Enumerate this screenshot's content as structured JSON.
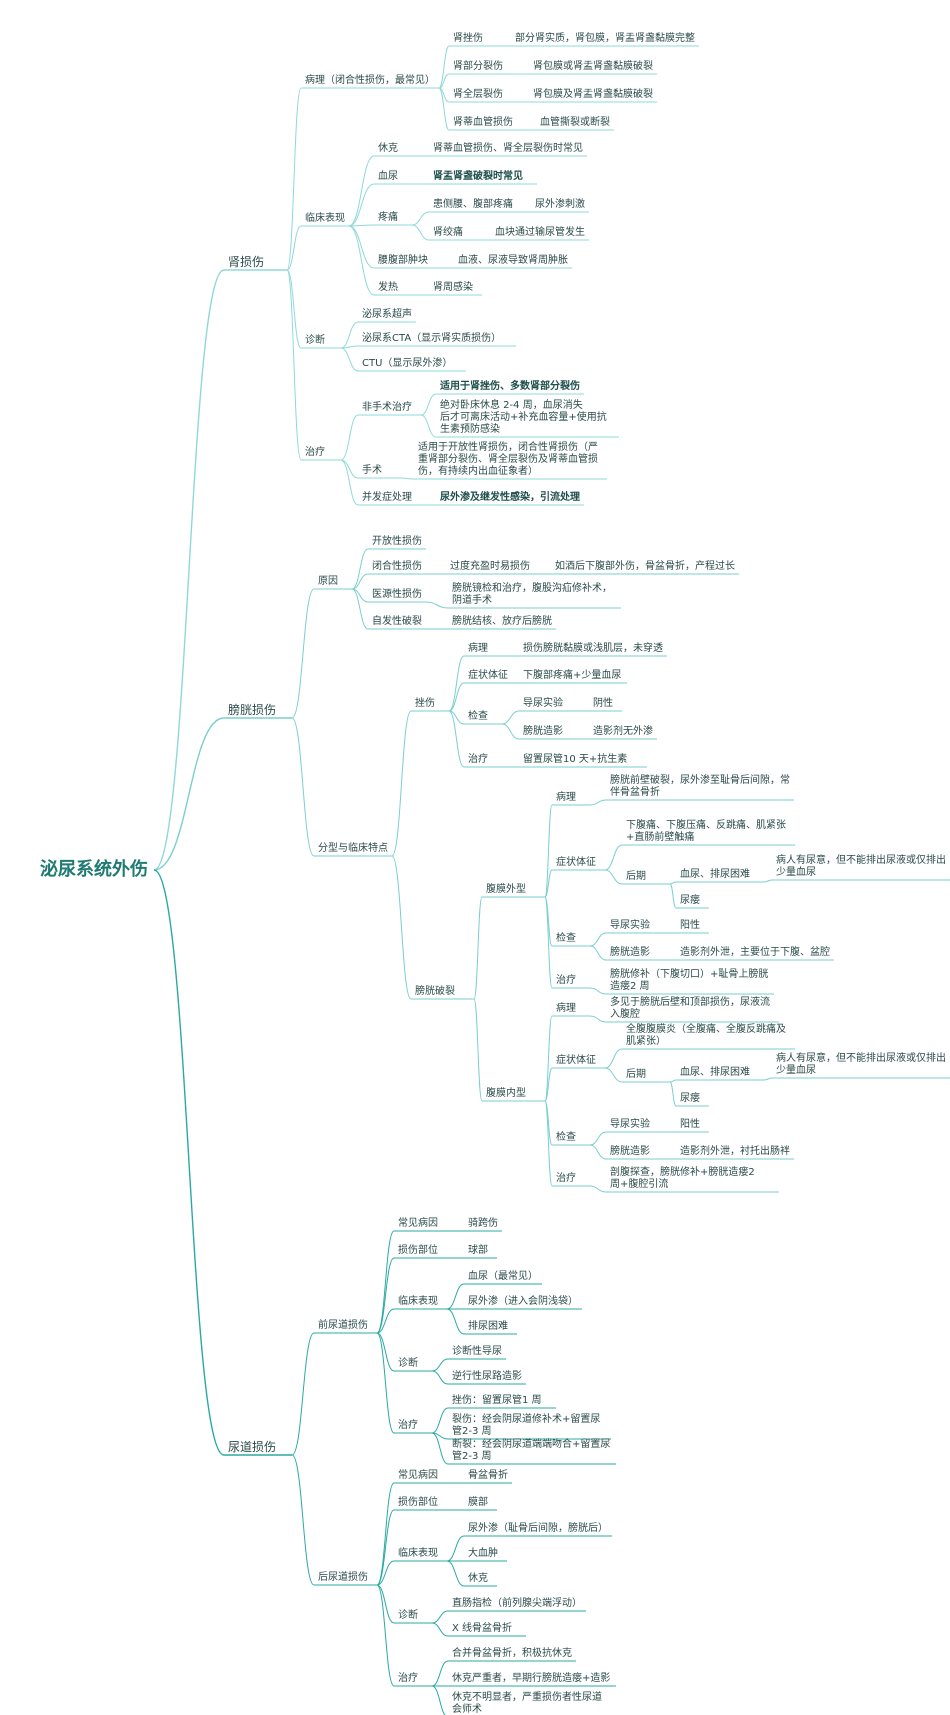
{
  "root": {
    "label": "泌尿系统外伤",
    "children": [
      {
        "label": "肾损伤",
        "children": [
          {
            "label": "病理（闭合性损伤，最常见）",
            "children": [
              {
                "label": "肾挫伤",
                "children": [
                  {
                    "label": "部分肾实质，肾包膜，肾盂肾盏黏膜完整"
                  }
                ]
              },
              {
                "label": "肾部分裂伤",
                "children": [
                  {
                    "label": "肾包膜或肾盂肾盏黏膜破裂"
                  }
                ]
              },
              {
                "label": "肾全层裂伤",
                "children": [
                  {
                    "label": "肾包膜及肾盂肾盏黏膜破裂"
                  }
                ]
              },
              {
                "label": "肾蒂血管损伤",
                "children": [
                  {
                    "label": "血管撕裂或断裂"
                  }
                ]
              }
            ]
          },
          {
            "label": "临床表现",
            "children": [
              {
                "label": "休克",
                "children": [
                  {
                    "label": "肾蒂血管损伤、肾全层裂伤时常见"
                  }
                ]
              },
              {
                "label": "血尿",
                "children": [
                  {
                    "label": "肾盂肾盏破裂时常见",
                    "bold": true
                  }
                ]
              },
              {
                "label": "疼痛",
                "children": [
                  {
                    "label": "患侧腰、腹部疼痛",
                    "children": [
                      {
                        "label": "尿外渗刺激"
                      }
                    ]
                  },
                  {
                    "label": "肾绞痛",
                    "children": [
                      {
                        "label": "血块通过输尿管发生"
                      }
                    ]
                  }
                ]
              },
              {
                "label": "腰腹部肿块",
                "children": [
                  {
                    "label": "血液、尿液导致肾周肿胀"
                  }
                ]
              },
              {
                "label": "发热",
                "children": [
                  {
                    "label": "肾周感染"
                  }
                ]
              }
            ]
          },
          {
            "label": "诊断",
            "children": [
              {
                "label": "泌尿系超声"
              },
              {
                "label": "泌尿系CTA（显示肾实质损伤）"
              },
              {
                "label": "CTU（显示尿外渗）"
              }
            ]
          },
          {
            "label": "治疗",
            "children": [
              {
                "label": "非手术治疗",
                "children": [
                  {
                    "label": "适用于肾挫伤、多数肾部分裂伤",
                    "bold": true
                  },
                  {
                    "label": "绝对卧床休息 2-4 周，血尿消失后才可离床活动+补充血容量+使用抗生素预防感染"
                  }
                ]
              },
              {
                "label": "手术",
                "children": [
                  {
                    "label": "适用于开放性肾损伤，闭合性肾损伤（严重肾部分裂伤、肾全层裂伤及肾蒂血管损伤，有持续内出血征象者）"
                  }
                ]
              },
              {
                "label": "并发症处理",
                "children": [
                  {
                    "label": "尿外渗及继发性感染，引流处理",
                    "bold": true
                  }
                ]
              }
            ]
          }
        ]
      },
      {
        "label": "膀胱损伤",
        "children": [
          {
            "label": "原因",
            "children": [
              {
                "label": "开放性损伤"
              },
              {
                "label": "闭合性损伤",
                "children": [
                  {
                    "label": "过度充盈时易损伤",
                    "children": [
                      {
                        "label": "如酒后下腹部外伤，骨盆骨折，产程过长"
                      }
                    ]
                  }
                ]
              },
              {
                "label": "医源性损伤",
                "children": [
                  {
                    "label": "膀胱镜检和治疗，腹股沟疝修补术，阴道手术"
                  }
                ]
              },
              {
                "label": "自发性破裂",
                "children": [
                  {
                    "label": "膀胱结核、放疗后膀胱"
                  }
                ]
              }
            ]
          },
          {
            "label": "分型与临床特点",
            "children": [
              {
                "label": "挫伤",
                "children": [
                  {
                    "label": "病理",
                    "children": [
                      {
                        "label": "损伤膀胱黏膜或浅肌层，未穿透"
                      }
                    ]
                  },
                  {
                    "label": "症状体征",
                    "children": [
                      {
                        "label": "下腹部疼痛+少量血尿"
                      }
                    ]
                  },
                  {
                    "label": "检查",
                    "children": [
                      {
                        "label": "导尿实验",
                        "children": [
                          {
                            "label": "阴性"
                          }
                        ]
                      },
                      {
                        "label": "膀胱造影",
                        "children": [
                          {
                            "label": "造影剂无外渗"
                          }
                        ]
                      }
                    ]
                  },
                  {
                    "label": "治疗",
                    "children": [
                      {
                        "label": "留置尿管10 天+抗生素"
                      }
                    ]
                  }
                ]
              },
              {
                "label": "膀胱破裂",
                "children": [
                  {
                    "label": "腹膜外型",
                    "children": [
                      {
                        "label": "病理",
                        "children": [
                          {
                            "label": "膀胱前壁破裂，尿外渗至耻骨后间隙，常伴骨盆骨折"
                          }
                        ]
                      },
                      {
                        "label": "症状体征",
                        "children": [
                          {
                            "label": "下腹痛、下腹压痛、反跳痛、肌紧张+直肠前壁触痛"
                          },
                          {
                            "label": "后期",
                            "children": [
                              {
                                "label": "血尿、排尿困难",
                                "children": [
                                  {
                                    "label": "病人有尿意，但不能排出尿液或仅排出少量血尿"
                                  }
                                ]
                              },
                              {
                                "label": "尿瘘"
                              }
                            ]
                          }
                        ]
                      },
                      {
                        "label": "检查",
                        "children": [
                          {
                            "label": "导尿实验",
                            "children": [
                              {
                                "label": "阳性"
                              }
                            ]
                          },
                          {
                            "label": "膀胱造影",
                            "children": [
                              {
                                "label": "造影剂外泄，主要位于下腹、盆腔"
                              }
                            ]
                          }
                        ]
                      },
                      {
                        "label": "治疗",
                        "children": [
                          {
                            "label": "膀胱修补（下腹切口）+耻骨上膀胱造瘘2 周"
                          }
                        ]
                      }
                    ]
                  },
                  {
                    "label": "腹膜内型",
                    "children": [
                      {
                        "label": "病理",
                        "children": [
                          {
                            "label": "多见于膀胱后壁和顶部损伤，尿液流入腹腔"
                          }
                        ]
                      },
                      {
                        "label": "症状体征",
                        "children": [
                          {
                            "label": "全腹腹膜炎（全腹痛、全腹反跳痛及肌紧张）"
                          },
                          {
                            "label": "后期",
                            "children": [
                              {
                                "label": "血尿、排尿困难",
                                "children": [
                                  {
                                    "label": "病人有尿意，但不能排出尿液或仅排出少量血尿"
                                  }
                                ]
                              },
                              {
                                "label": "尿瘘"
                              }
                            ]
                          }
                        ]
                      },
                      {
                        "label": "检查",
                        "children": [
                          {
                            "label": "导尿实验",
                            "children": [
                              {
                                "label": "阳性"
                              }
                            ]
                          },
                          {
                            "label": "膀胱造影",
                            "children": [
                              {
                                "label": "造影剂外泄，衬托出肠袢"
                              }
                            ]
                          }
                        ]
                      },
                      {
                        "label": "治疗",
                        "children": [
                          {
                            "label": "剖腹探查，膀胱修补+膀胱造瘘2 周+腹腔引流"
                          }
                        ]
                      }
                    ]
                  }
                ]
              }
            ]
          }
        ]
      },
      {
        "label": "尿道损伤",
        "children": [
          {
            "label": "前尿道损伤",
            "children": [
              {
                "label": "常见病因",
                "children": [
                  {
                    "label": "骑跨伤"
                  }
                ]
              },
              {
                "label": "损伤部位",
                "children": [
                  {
                    "label": "球部"
                  }
                ]
              },
              {
                "label": "临床表现",
                "children": [
                  {
                    "label": "血尿（最常见）"
                  },
                  {
                    "label": "尿外渗（进入会阴浅袋）"
                  },
                  {
                    "label": "排尿困难"
                  }
                ]
              },
              {
                "label": "诊断",
                "children": [
                  {
                    "label": "诊断性导尿"
                  },
                  {
                    "label": "逆行性尿路造影"
                  }
                ]
              },
              {
                "label": "治疗",
                "children": [
                  {
                    "label": "挫伤：留置尿管1 周"
                  },
                  {
                    "label": "裂伤：经会阴尿道修补术+留置尿管2-3 周"
                  },
                  {
                    "label": "断裂：经会阴尿道端端吻合+留置尿管2-3 周"
                  }
                ]
              }
            ]
          },
          {
            "label": "后尿道损伤",
            "children": [
              {
                "label": "常见病因",
                "children": [
                  {
                    "label": "骨盆骨折"
                  }
                ]
              },
              {
                "label": "损伤部位",
                "children": [
                  {
                    "label": "膜部"
                  }
                ]
              },
              {
                "label": "临床表现",
                "children": [
                  {
                    "label": "尿外渗（耻骨后间隙，膀胱后）"
                  },
                  {
                    "label": "大血肿"
                  },
                  {
                    "label": "休克"
                  }
                ]
              },
              {
                "label": "诊断",
                "children": [
                  {
                    "label": "直肠指检（前列腺尖端浮动）"
                  },
                  {
                    "label": "X 线骨盆骨折"
                  }
                ]
              },
              {
                "label": "治疗",
                "children": [
                  {
                    "label": "合并骨盆骨折，积极抗休克"
                  },
                  {
                    "label": "休克严重者，早期行膀胱造瘘+造影"
                  },
                  {
                    "label": "休克不明显者，严重损伤者性尿道会师术"
                  }
                ]
              }
            ]
          }
        ]
      }
    ]
  },
  "colors": {
    "root_text": "#1e7a72",
    "branch_kidney": "#8fd8d8",
    "branch_bladder": "#7acfce",
    "branch_urethra": "#2aa9a3",
    "text": "#2a4b4a",
    "bold_text": "#1f4f4c"
  }
}
